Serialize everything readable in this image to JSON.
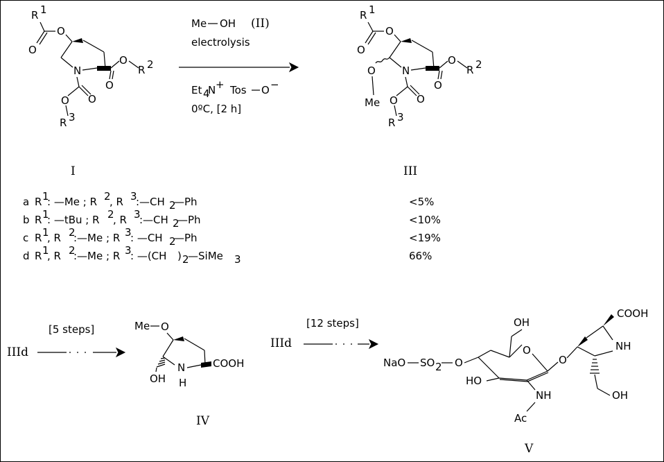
{
  "reaction": {
    "reagent_line_1a": "Me",
    "reagent_line_1b": "OH",
    "reagent_line_1c": "(II)",
    "reagent_line_2": "electrolysis",
    "reagent_line_3a": "Et",
    "reagent_line_3b": "4",
    "reagent_line_3c": "N",
    "reagent_line_3d": "+",
    "reagent_line_3e": "Tos",
    "reagent_line_3f": "O",
    "reagent_line_3g": "−",
    "reagent_line_4": "0ºC, [2 h]"
  },
  "compounds": {
    "I": "I",
    "III": "III",
    "IV": "IV",
    "V": "V"
  },
  "atoms": {
    "O": "O",
    "N": "N",
    "R": "R",
    "sup1": "1",
    "sup2": "2",
    "sup3": "3",
    "Me": "Me",
    "OH": "OH",
    "H": "H",
    "COOH": "COOH",
    "NH": "NH",
    "Ac": "Ac",
    "NaO": "NaO",
    "SO": "SO",
    "sub2": "2",
    "HO": "HO"
  },
  "substituents": [
    {
      "letter": "a",
      "text": "R",
      "rest": [
        ": —Me ; R",
        ", R",
        ":—CH",
        "—Ph"
      ],
      "yield": "<5%"
    },
    {
      "letter": "b",
      "text": "R",
      "rest": [
        ": —tBu ; R",
        ", R",
        ":—CH",
        "—Ph"
      ],
      "yield": "<10%"
    },
    {
      "letter": "c",
      "text": "R",
      "rest": [
        ", R",
        ":—Me ; R",
        ": —CH",
        "—Ph"
      ],
      "yield": "<19%"
    },
    {
      "letter": "d",
      "text": "R",
      "rest": [
        ", R",
        ":—Me ; R",
        ": —(CH",
        ")",
        "—SiMe",
        "3"
      ],
      "yield": "66%"
    }
  ],
  "steps": {
    "to_IV_source": "IIId",
    "to_IV_label": "[5 steps]",
    "to_V_source": "IIId",
    "to_V_label": "[12 steps]"
  }
}
